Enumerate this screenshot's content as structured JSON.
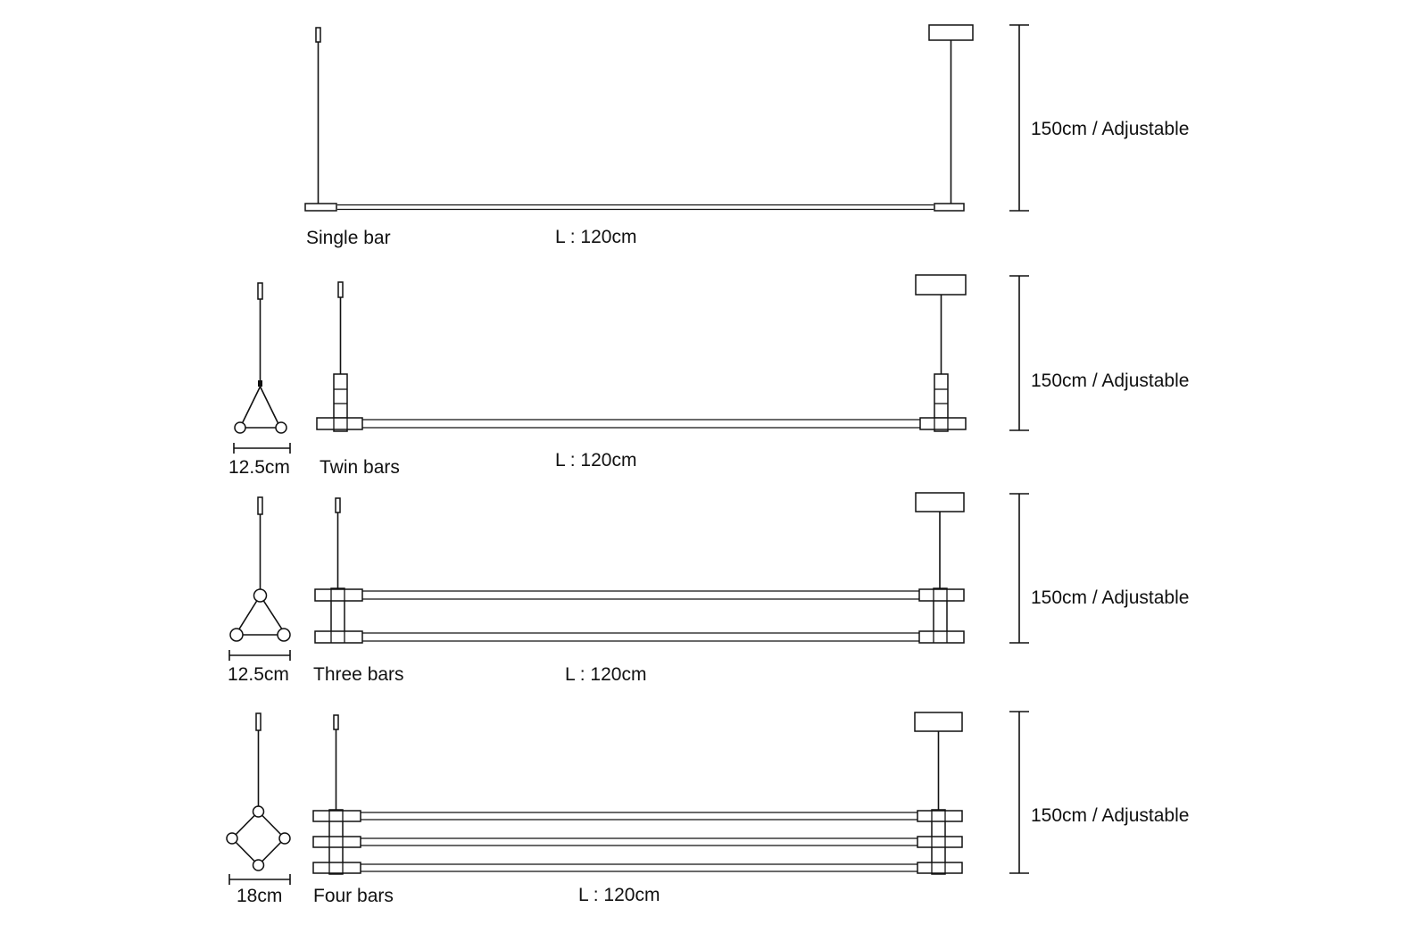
{
  "variants": [
    {
      "name": "Single bar",
      "length": "L : 120cm",
      "height": "150cm / Adjustable",
      "width": ""
    },
    {
      "name": "Twin bars",
      "length": "L : 120cm",
      "height": "150cm / Adjustable",
      "width": "12.5cm"
    },
    {
      "name": "Three bars",
      "length": "L : 120cm",
      "height": "150cm / Adjustable",
      "width": "12.5cm"
    },
    {
      "name": "Four bars",
      "length": "L : 120cm",
      "height": "150cm / Adjustable",
      "width": "18cm"
    }
  ],
  "colors": {
    "line": "#111111",
    "background": "#ffffff"
  }
}
